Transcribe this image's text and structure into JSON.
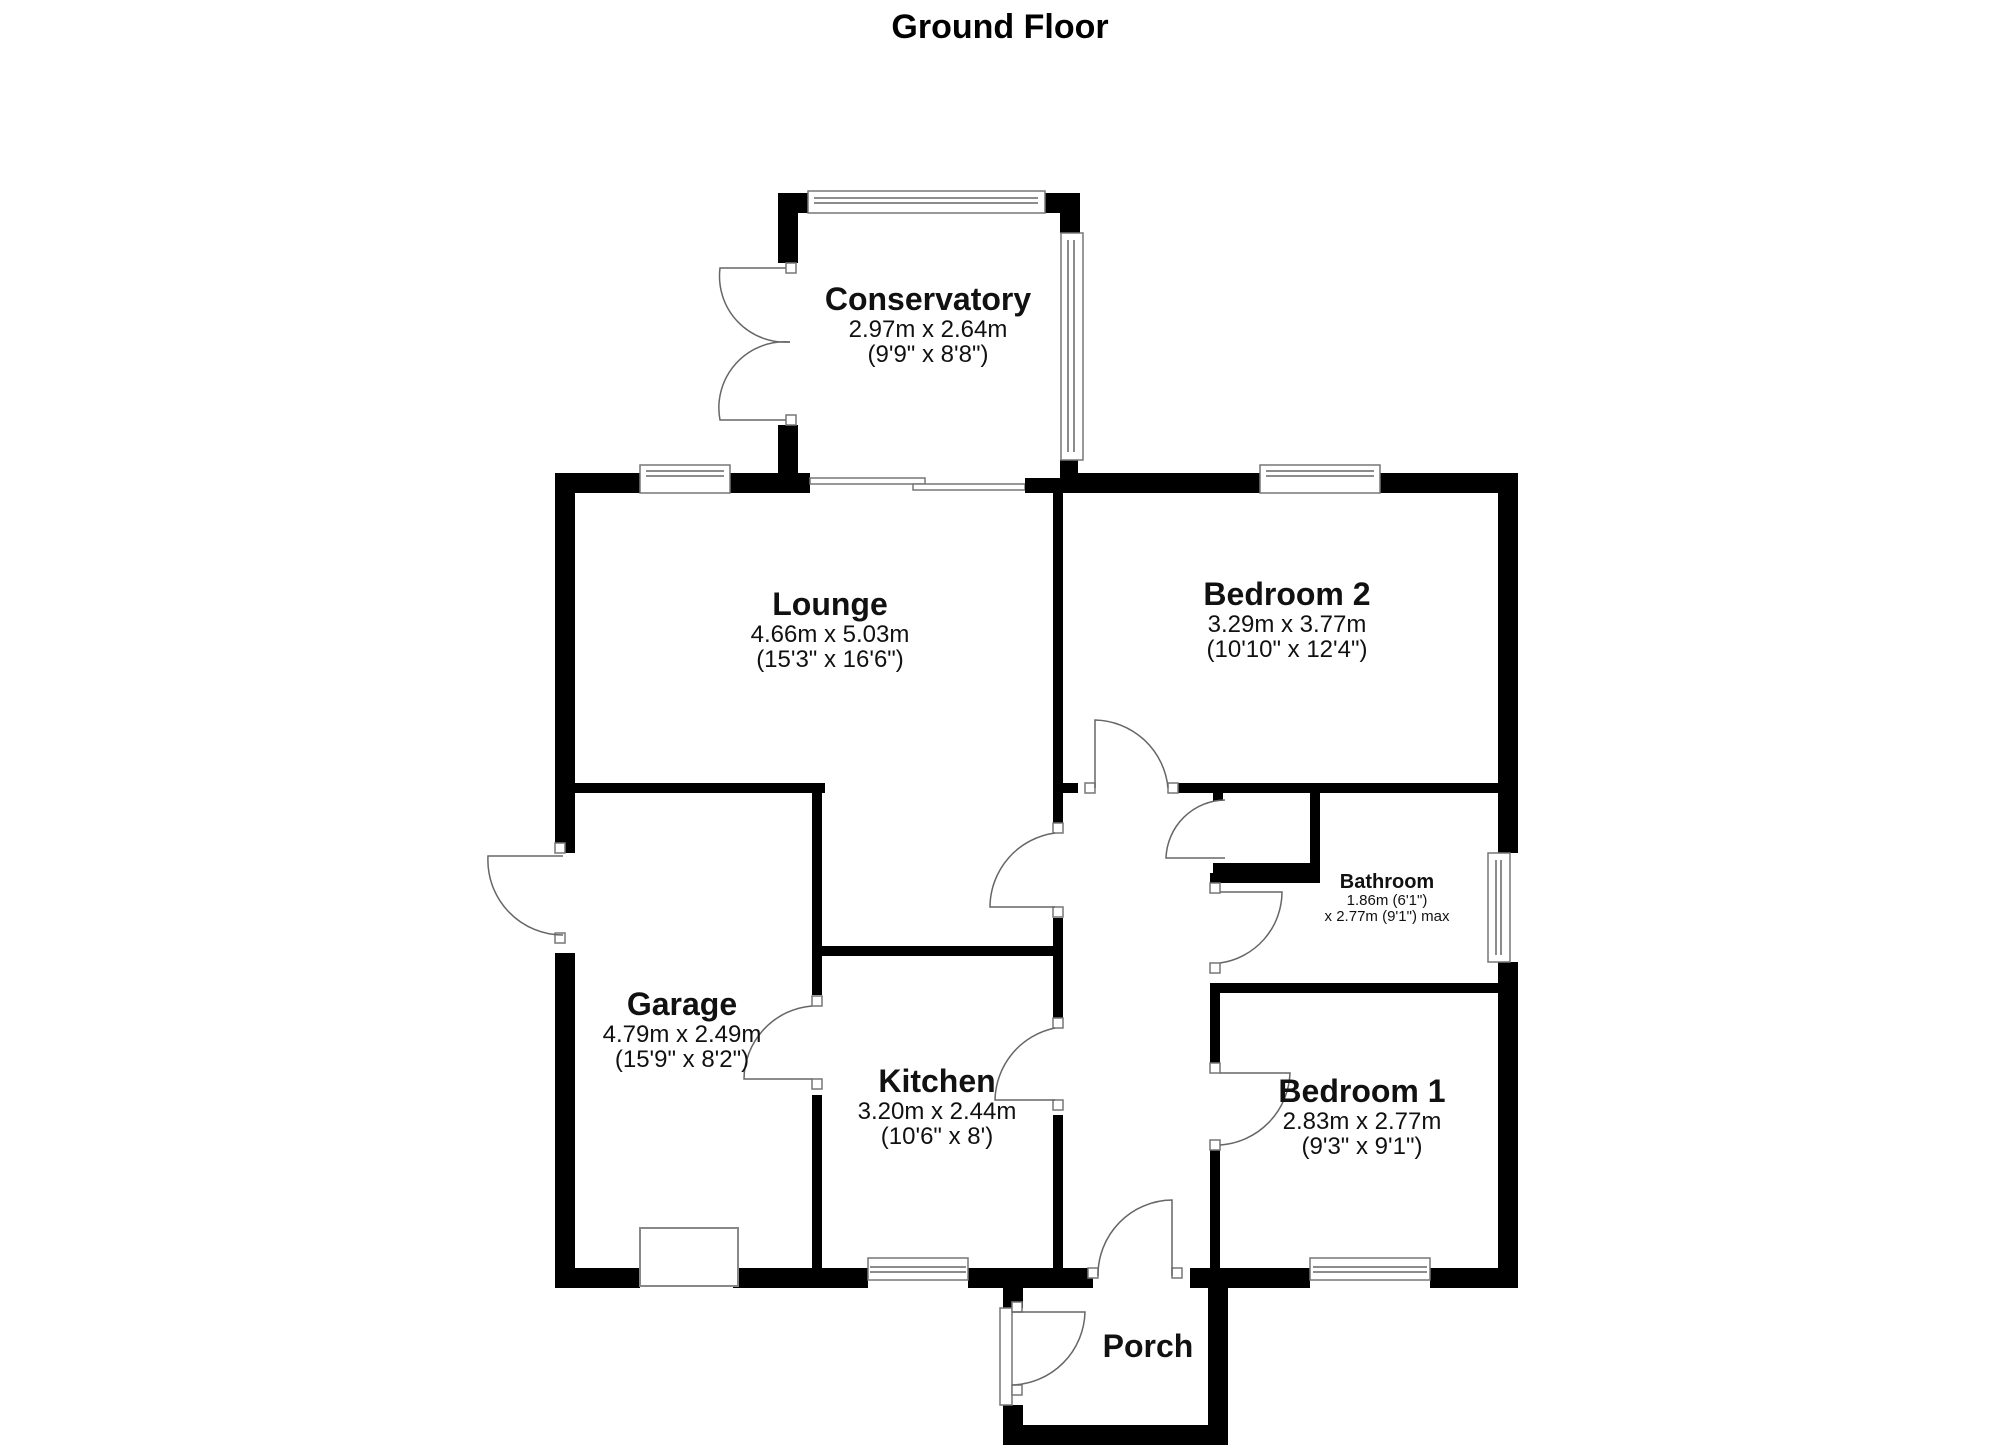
{
  "header": {
    "title": "Ground Floor"
  },
  "rooms": {
    "conservatory": {
      "name": "Conservatory",
      "metric": "2.97m x 2.64m",
      "imperial": "(9'9\" x 8'8\")"
    },
    "lounge": {
      "name": "Lounge",
      "metric": "4.66m x 5.03m",
      "imperial": "(15'3\" x 16'6\")"
    },
    "bedroom2": {
      "name": "Bedroom 2",
      "metric": "3.29m x 3.77m",
      "imperial": "(10'10\" x 12'4\")"
    },
    "bathroom": {
      "name": "Bathroom",
      "metric": "1.86m (6'1\")",
      "imperial": "x 2.77m (9'1\") max"
    },
    "garage": {
      "name": "Garage",
      "metric": "4.79m x 2.49m",
      "imperial": "(15'9\" x 8'2\")"
    },
    "kitchen": {
      "name": "Kitchen",
      "metric": "3.20m x 2.44m",
      "imperial": "(10'6\" x 8')"
    },
    "bedroom1": {
      "name": "Bedroom 1",
      "metric": "2.83m x 2.77m",
      "imperial": "(9'3\" x 9'1\")"
    },
    "porch": {
      "name": "Porch"
    }
  },
  "colors": {
    "wall": "#000000",
    "background": "#ffffff",
    "fixture_line": "#777777"
  }
}
